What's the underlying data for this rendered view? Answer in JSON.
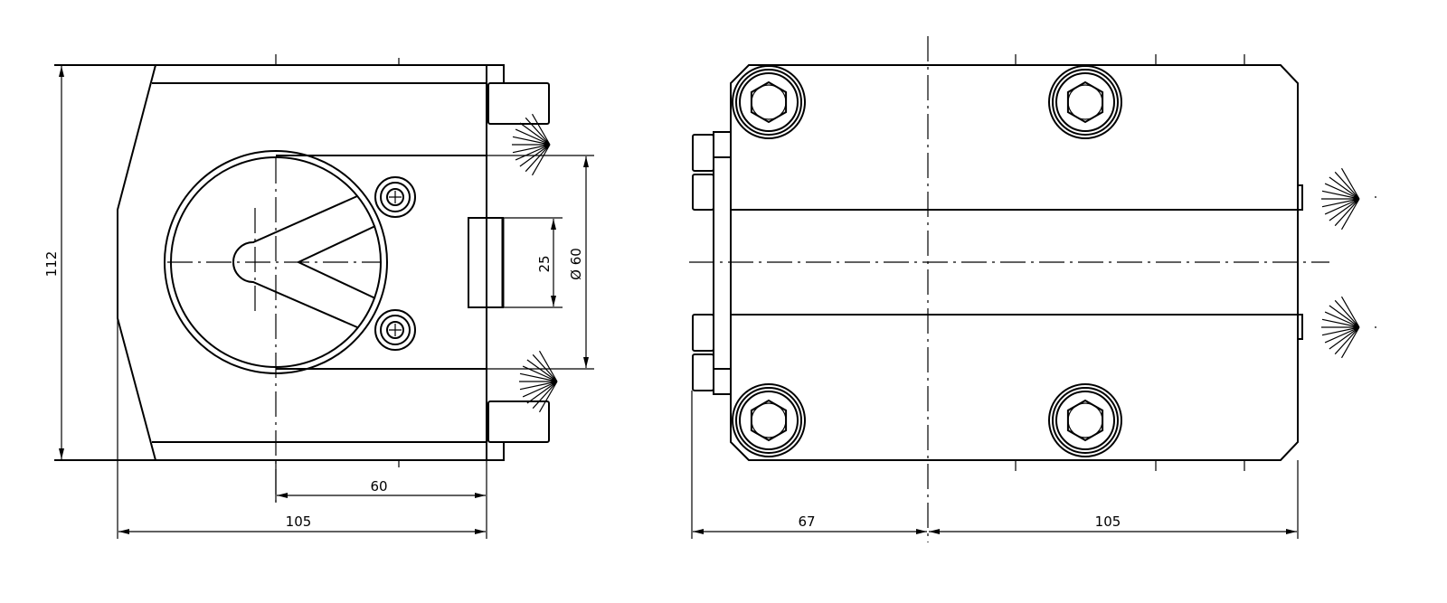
{
  "drawing": {
    "left_view": {
      "height_dim": "112",
      "slot_dim": "25",
      "bore_dim": "Ø 60",
      "center_offset_dim": "60",
      "depth_dim": "105"
    },
    "right_view": {
      "flange_dim": "67",
      "length_dim": "105"
    },
    "line_color": "#000000",
    "background": "#ffffff"
  }
}
